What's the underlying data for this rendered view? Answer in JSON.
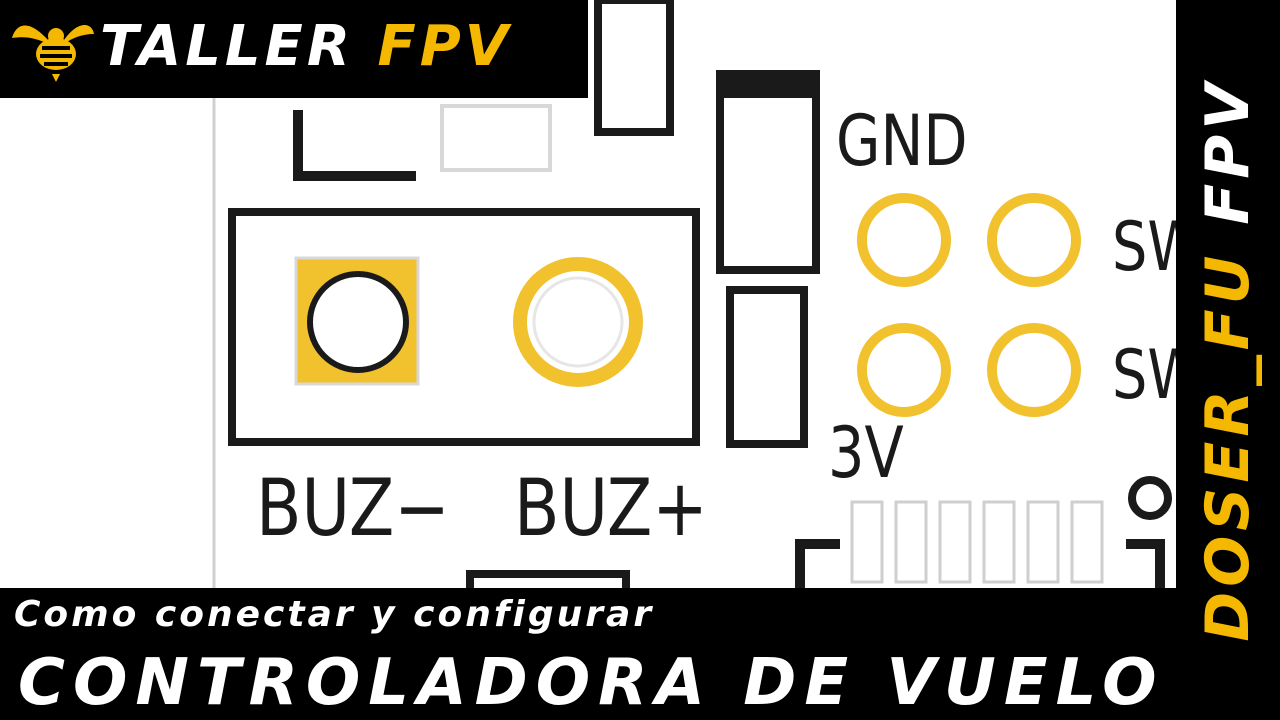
{
  "brand": {
    "name_part1": "TALLER",
    "name_part2": "FPV"
  },
  "side_brand": {
    "part1": "DOSER_FU",
    "part2": "FPV"
  },
  "video": {
    "subtitle": "Como conectar y configurar",
    "title": "CONTROLADORA DE VUELO"
  },
  "pcb": {
    "label_buz_minus": "BUZ−",
    "label_buz_plus": "BUZ+",
    "label_gnd": "GND",
    "label_3v": "3V",
    "label_sw_1": "SW",
    "label_sw_2": "SW"
  },
  "colors": {
    "accent": "#f5b800",
    "pad": "#f2c12e",
    "banner": "#000000",
    "silk": "#1a1a1a"
  }
}
